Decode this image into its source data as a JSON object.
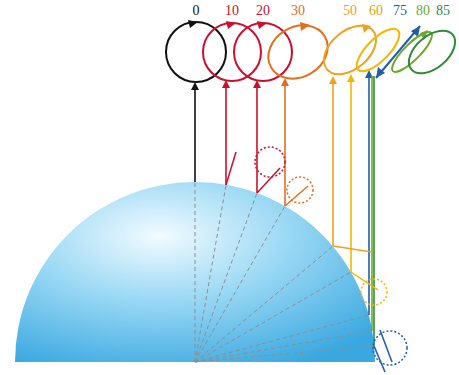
{
  "diagram": {
    "labels": [
      "0",
      "10",
      "20",
      "30",
      "50",
      "60",
      "75",
      "80",
      "85"
    ]
  }
}
